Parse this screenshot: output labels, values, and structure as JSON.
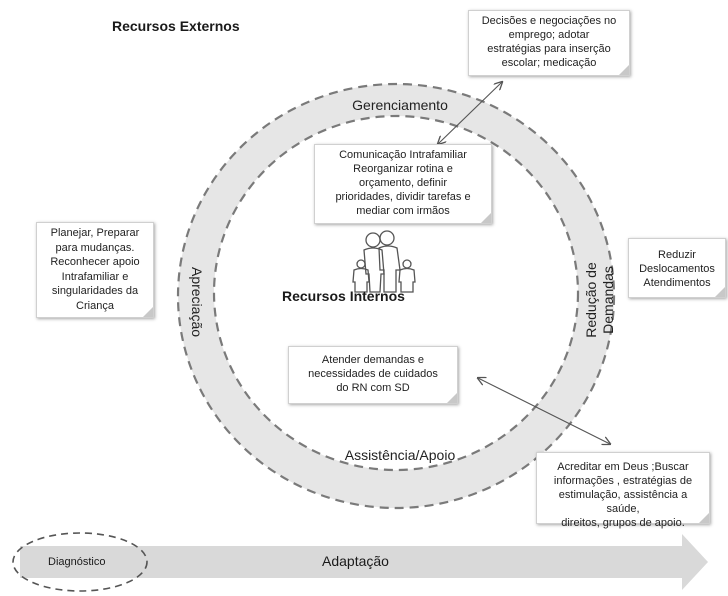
{
  "title": "Recursos Externos",
  "ring_labels": {
    "top": "Gerenciamento",
    "left": "Apreciação",
    "right_line1": "Redução de",
    "right_line2": "Demandas",
    "bottom": "Assistência/Apoio"
  },
  "center_label": "Recursos  Internos",
  "notes": {
    "top_right": [
      "Decisões e negociações no",
      "emprego; adotar",
      "estratégias para inserção",
      "escolar; medicação"
    ],
    "inner_top": [
      "Comunicação Intrafamiliar",
      "Reorganizar rotina e",
      "orçamento, definir",
      "prioridades, dividir tarefas e",
      "mediar com irmãos"
    ],
    "left": [
      "Planejar, Preparar",
      "para mudanças.",
      "Reconhecer  apoio",
      "Intrafamiliar e",
      "singularidades da",
      "Criança"
    ],
    "right": [
      "Reduzir",
      "Deslocamentos",
      "Atendimentos"
    ],
    "inner_bottom": [
      "Atender demandas e",
      "necessidades  de cuidados",
      "do RN com SD"
    ],
    "bottom_right": [
      "Acreditar em Deus ;Buscar",
      "informações , estratégias de",
      "estimulação, assistência a saúde,",
      "direitos, grupos de apoio."
    ]
  },
  "arrow": {
    "start_label": "Diagnóstico",
    "end_label": "Adaptação"
  },
  "icons": [
    "family-icon"
  ],
  "colors": {
    "ring_fill": "#e6e6e6",
    "arrow_fill": "#d9d9d9",
    "dash_stroke": "#7a7a7a"
  }
}
